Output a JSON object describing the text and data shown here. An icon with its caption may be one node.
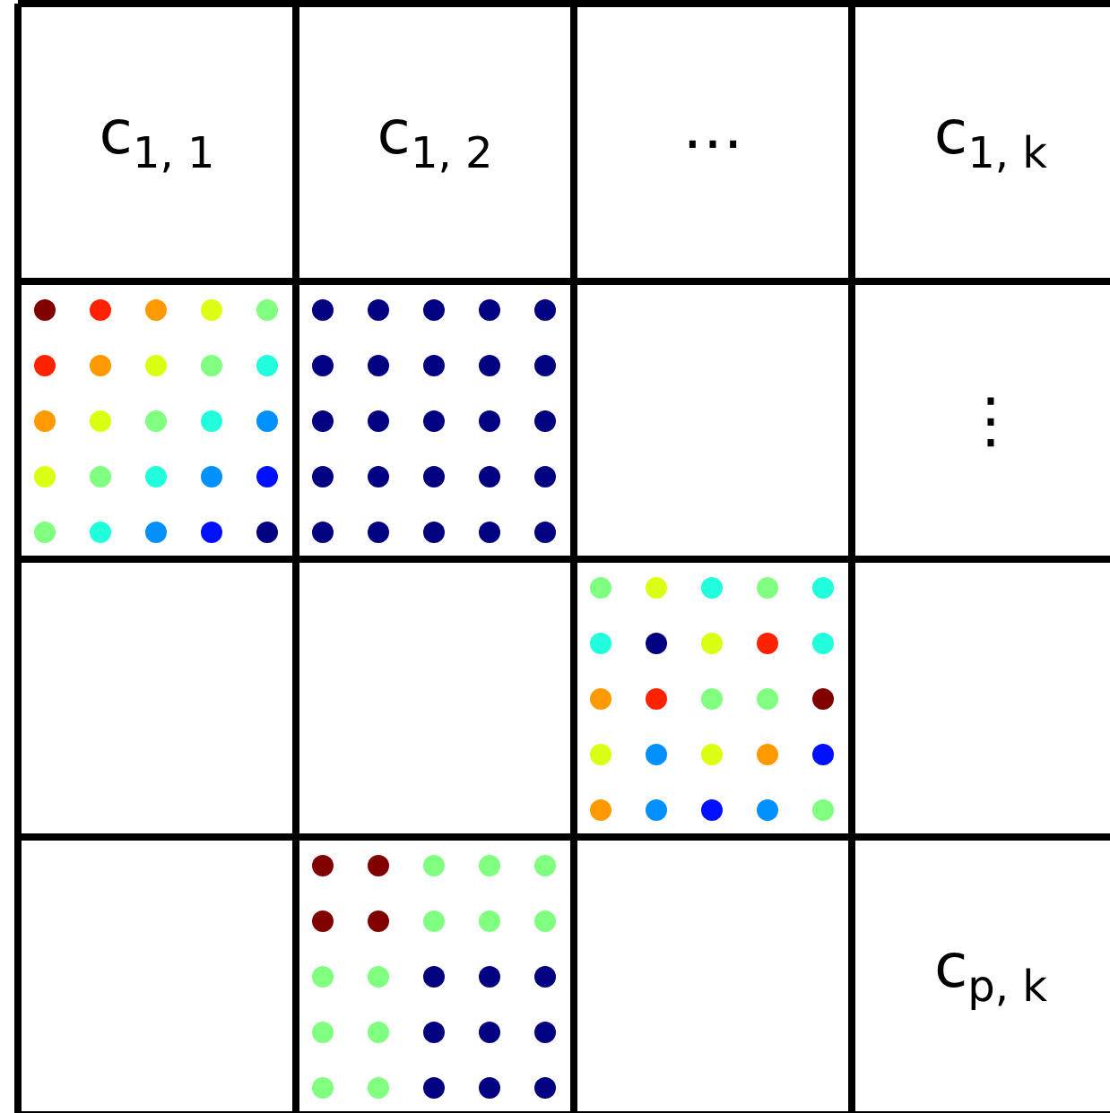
{
  "diagram": {
    "labels": [
      "c$_{1, 1}$",
      "c$_{1, 2}$",
      "⋯",
      "c$_{1, k}$",
      "⋮",
      "c$_{p, k}$"
    ]
  }
}
